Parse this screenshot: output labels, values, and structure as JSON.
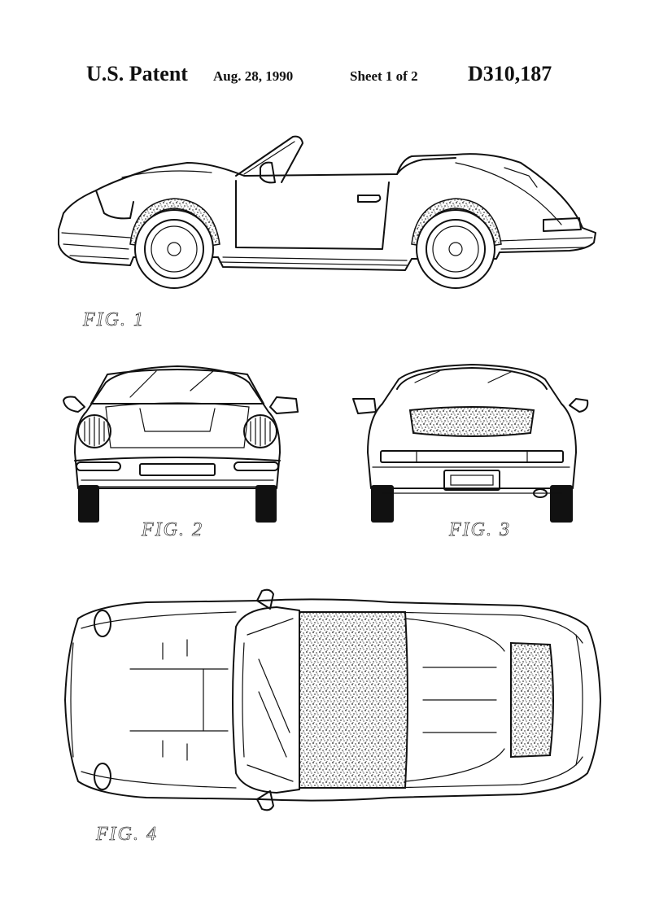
{
  "header": {
    "patent_label": "U.S. Patent",
    "date": "Aug. 28, 1990",
    "sheet": "Sheet 1 of 2",
    "patent_number": "D310,187"
  },
  "figures": [
    {
      "label": "FIG. 1"
    },
    {
      "label": "FIG. 2"
    },
    {
      "label": "FIG. 3"
    },
    {
      "label": "FIG. 4"
    }
  ]
}
